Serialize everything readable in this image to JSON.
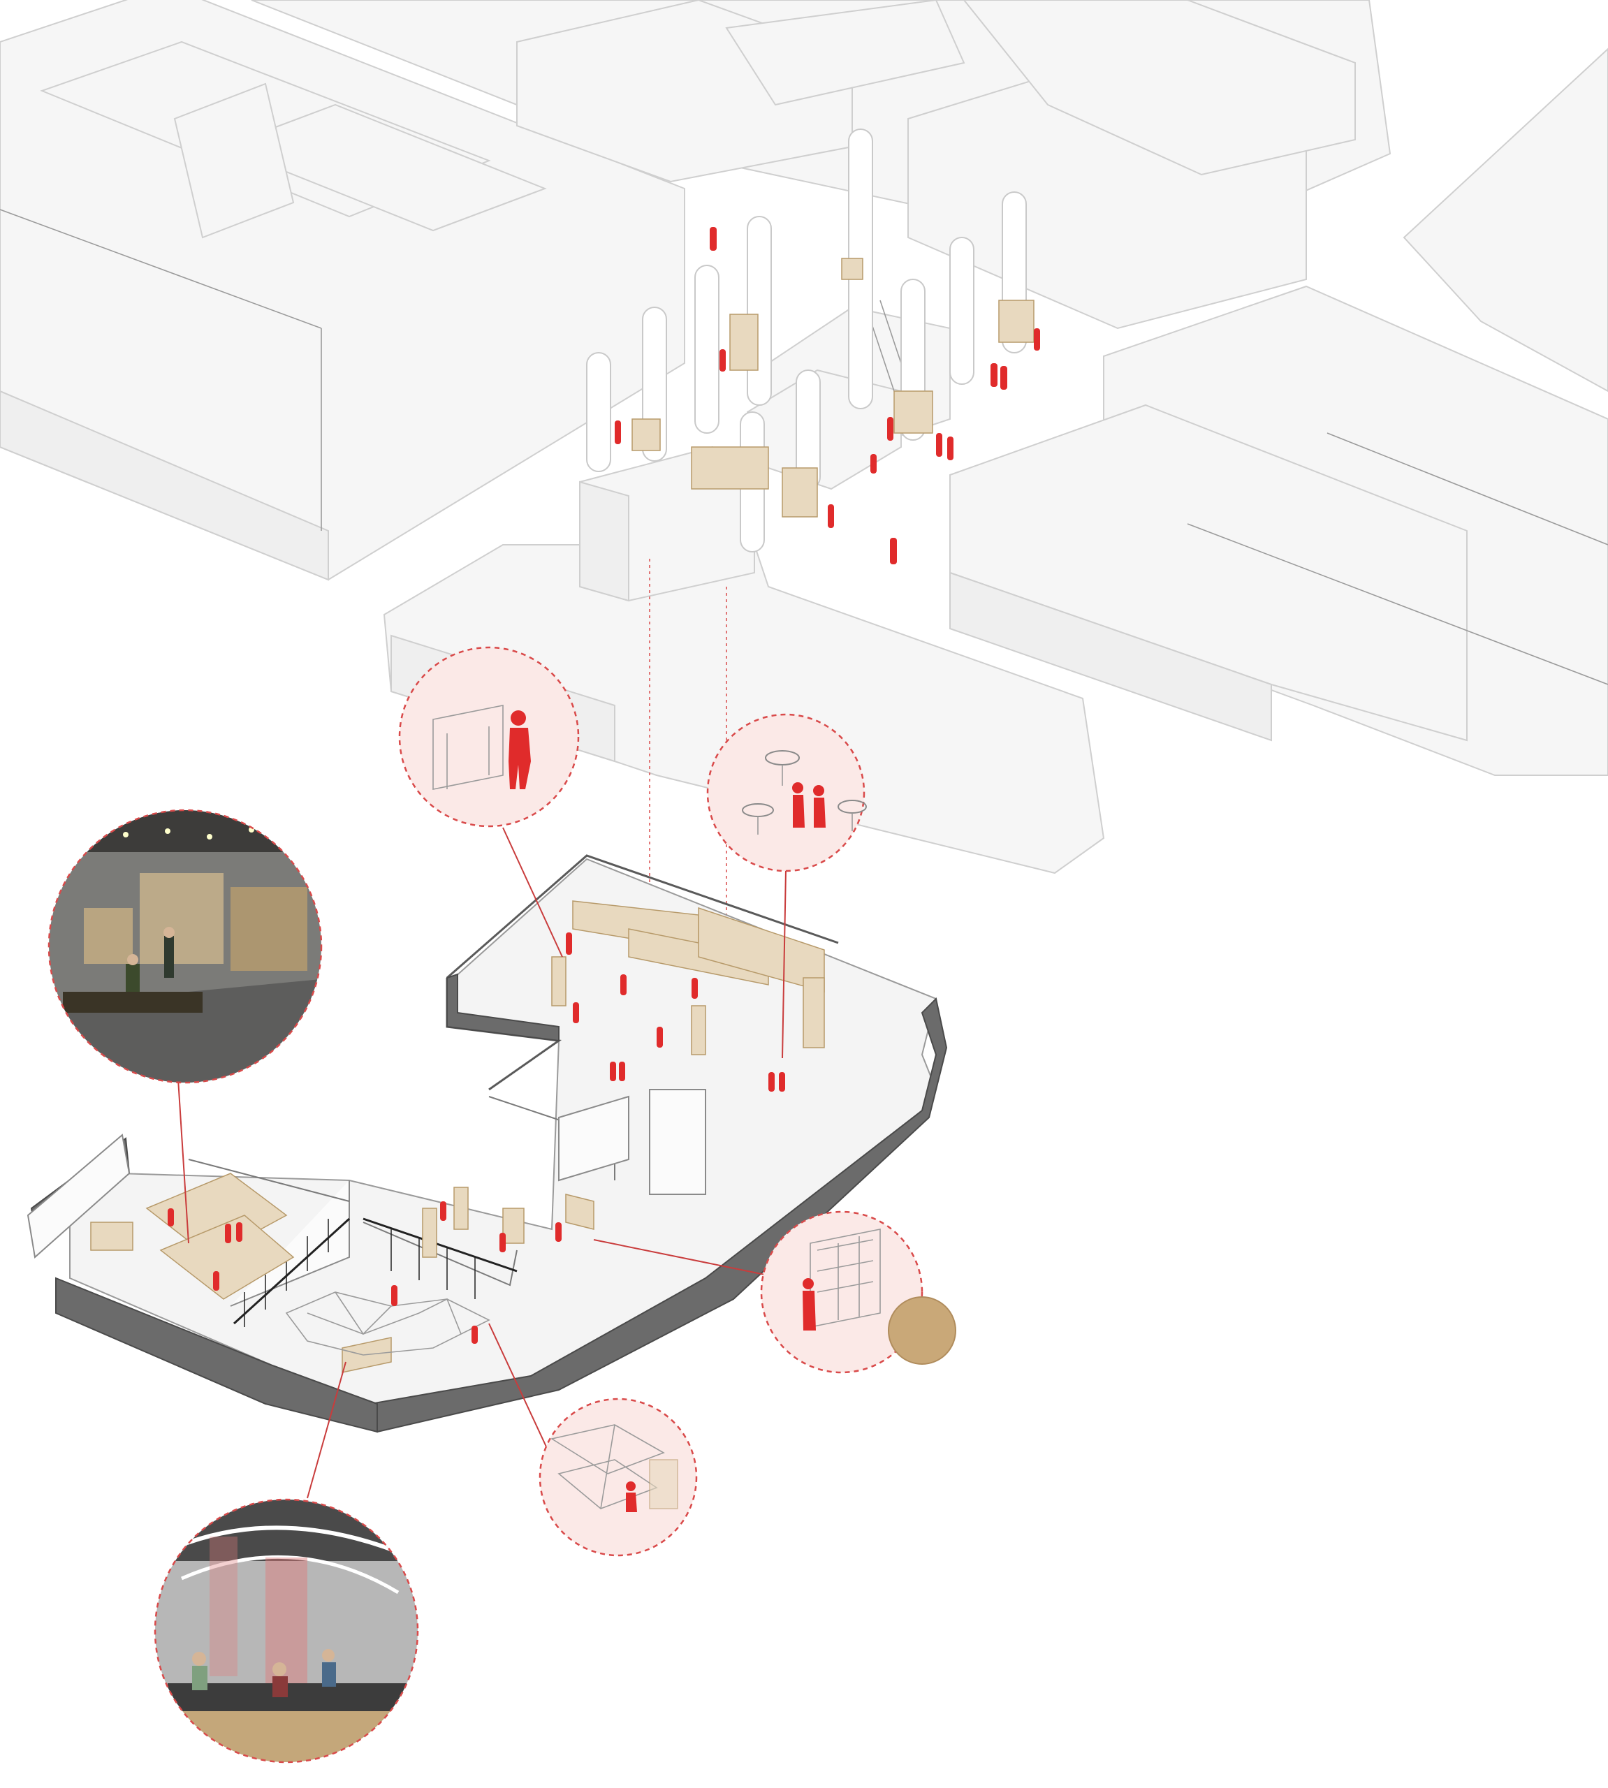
{
  "diagram": {
    "kind": "axonometric-site-and-basement",
    "colors": {
      "people": "#e02b2b",
      "callout_outline": "#d94a4a",
      "callout_fill": "#fbe9e7",
      "building_fill": "#f6f6f6",
      "building_line": "#cfcfcf",
      "basement_wall": "#6b6b6b",
      "timber": "#e8d9bf"
    },
    "callouts": [
      {
        "id": "standing-counter",
        "content": "person-at-counter-icon"
      },
      {
        "id": "round-tables",
        "content": "cafe-tables-icon"
      },
      {
        "id": "timber-hall-photo",
        "content": "interior-photo"
      },
      {
        "id": "shelving-wall",
        "content": "shelving-icon"
      },
      {
        "id": "canopy-seating",
        "content": "canopy-sketch-icon"
      },
      {
        "id": "canopy-hall-photo",
        "content": "interior-photo"
      }
    ]
  }
}
